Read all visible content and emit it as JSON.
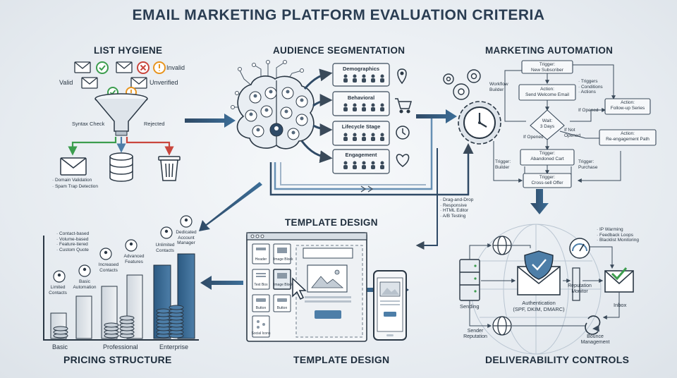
{
  "title": "EMAIL MARKETING PLATFORM EVALUATION CRITERIA",
  "colors": {
    "navy": "#2f4a66",
    "steel": "#4d7ea8",
    "green": "#3c9d4e",
    "red": "#c9463d",
    "orange": "#e8951f"
  },
  "list_hygiene": {
    "heading": "LIST HYGIENE",
    "valid": "Valid",
    "invalid": "Invalid",
    "unverified": "Unverified",
    "syntax_check": "Syntax Check",
    "rejected": "Rejected",
    "notes": [
      "· Domain Validation",
      "· Spam Trap Detection"
    ]
  },
  "audience_segmentation": {
    "heading": "AUDIENCE SEGMENTATION",
    "segments": [
      "Demographics",
      "Behavioral",
      "Lifecycle Stage",
      "Engagement"
    ]
  },
  "marketing_automation": {
    "heading": "MARKETING AUTOMATION",
    "workflow_builder": "Workflow\nBuilder",
    "trigger_new": "Trigger:\nNew Subscriber",
    "action_welcome": "Action:\nSend Welcome Email",
    "wait": "Wait:\n3 Days",
    "if_opened_1": "If Opened",
    "if_opened_2": "If Opened",
    "if_not_opened": "If Not\nOpened",
    "notes": "· Triggers\n· Conditions\n· Actions",
    "action_followup": "Action:\nFollow-up Series",
    "action_reengage": "Action:\nRe-engagement Path",
    "trigger_cart": "Trigger:\nAbandoned Cart",
    "trigger_builder": "Trigger:\nBuilder",
    "trigger_purchase": "Trigger:\nPurchase",
    "trigger_crosssell": "Trigger:\nCross-sell Offer"
  },
  "template_design": {
    "heading_top": "TEMPLATE DESIGN",
    "heading_bottom": "TEMPLATE DESIGN",
    "features": "· Drag-and-Drop\n· Responsive\n· HTML Editor\n· A/B Testing",
    "blocks": [
      "Header",
      "Image Block",
      "Text Box",
      "Image Block",
      "Button",
      "Button",
      "Social Icons"
    ]
  },
  "pricing_structure": {
    "heading": "PRICING STRUCTURE",
    "notes": "· Contact-based\n· Volume-based\n· Feature-tiered\n· Custom Quote",
    "features": [
      "Limited\nContacts",
      "Basic\nAutomation",
      "Increased\nContacts",
      "Advanced\nFeatures",
      "Unlimited\nContacts",
      "Dedicated\nAccount\nManager"
    ],
    "tiers": [
      "Basic",
      "Professional",
      "Enterprise"
    ]
  },
  "deliverability_controls": {
    "heading": "DELIVERABILITY CONTROLS",
    "notes": "· IP Warming\n· Feedback Loops\n· Blacklist Monitoring",
    "sending": "Sending",
    "authentication": "Authentication\n(SPF, DKIM, DMARC)",
    "reputation_monitor": "Reputation\nMonitor",
    "inbox": "Inbox",
    "sender_reputation": "Sender\nReputation",
    "bounce_management": "Bounce\nManagement"
  }
}
